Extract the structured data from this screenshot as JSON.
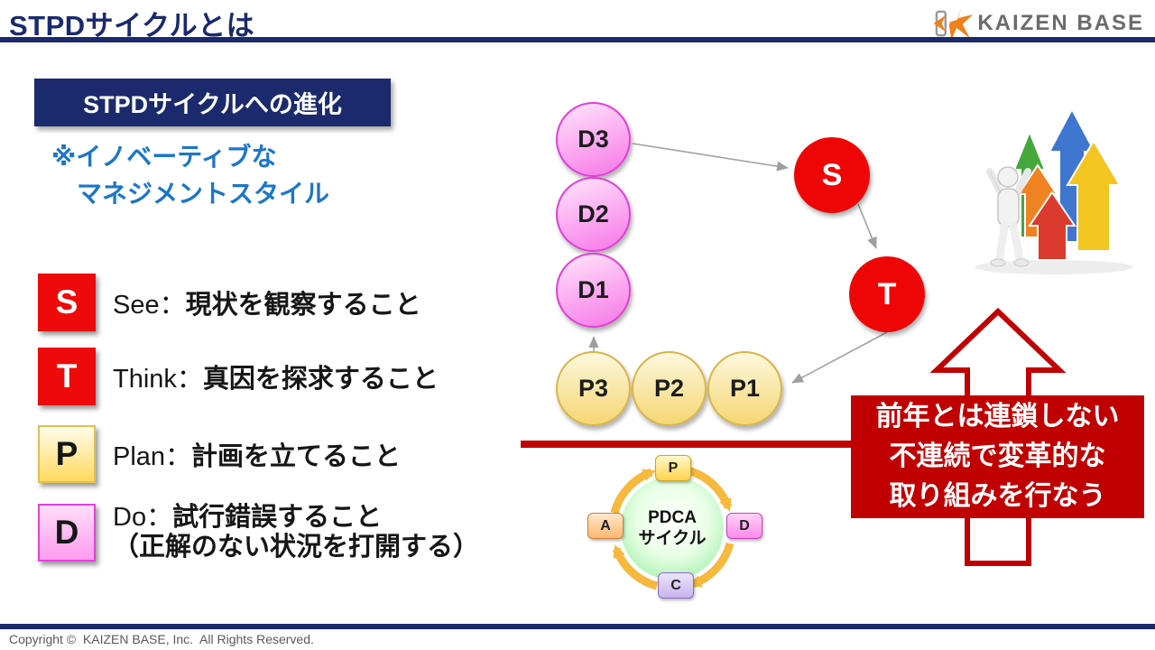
{
  "slide": {
    "title": "STPDサイクルとは",
    "logo_text": "KAIZEN BASE",
    "section_title": "STPDサイクルへの進化",
    "note": {
      "line1": "※イノベーティブな",
      "line2": "マネジメントスタイル"
    },
    "legend": [
      {
        "key": "S",
        "prefix": "See：",
        "label": "現状を観察すること"
      },
      {
        "key": "T",
        "prefix": "Think：",
        "label": "真因を探求すること"
      },
      {
        "key": "P",
        "prefix": "Plan：",
        "label": "計画を立てること"
      },
      {
        "key": "D",
        "prefix": "Do：",
        "label": "試行錯誤すること",
        "label2": "（正解のない状況を打開する）"
      }
    ],
    "diagram": {
      "d3": "D3",
      "d2": "D2",
      "d1": "D1",
      "s": "S",
      "t": "T",
      "p3": "P3",
      "p2": "P2",
      "p1": "P1"
    },
    "pdca": {
      "title_line1": "PDCA",
      "title_line2": "サイクル",
      "p": "P",
      "d": "D",
      "c": "C",
      "a": "A"
    },
    "callout": {
      "line1": "前年とは連鎖しない",
      "line2": "不連続で変革的な",
      "line3": "取り組みを行なう"
    },
    "footer": "Copyright ©  KAIZEN BASE, Inc.  All Rights Reserved.",
    "colors": {
      "navy": "#1a2a6c",
      "note_blue": "#1b76c8",
      "bright_red": "#ee0a0a",
      "dark_red": "#c00000",
      "pink": "#f77be9",
      "yellow": "#f5d878",
      "pdca_green": "#8ee99a",
      "logo_orange": "#f08018",
      "logo_gray": "#6b6b6b",
      "footer_gray": "#595959"
    },
    "icons": {
      "logo": "kaizen-star-icon",
      "clipart": "growth-arrows-clipart"
    }
  }
}
